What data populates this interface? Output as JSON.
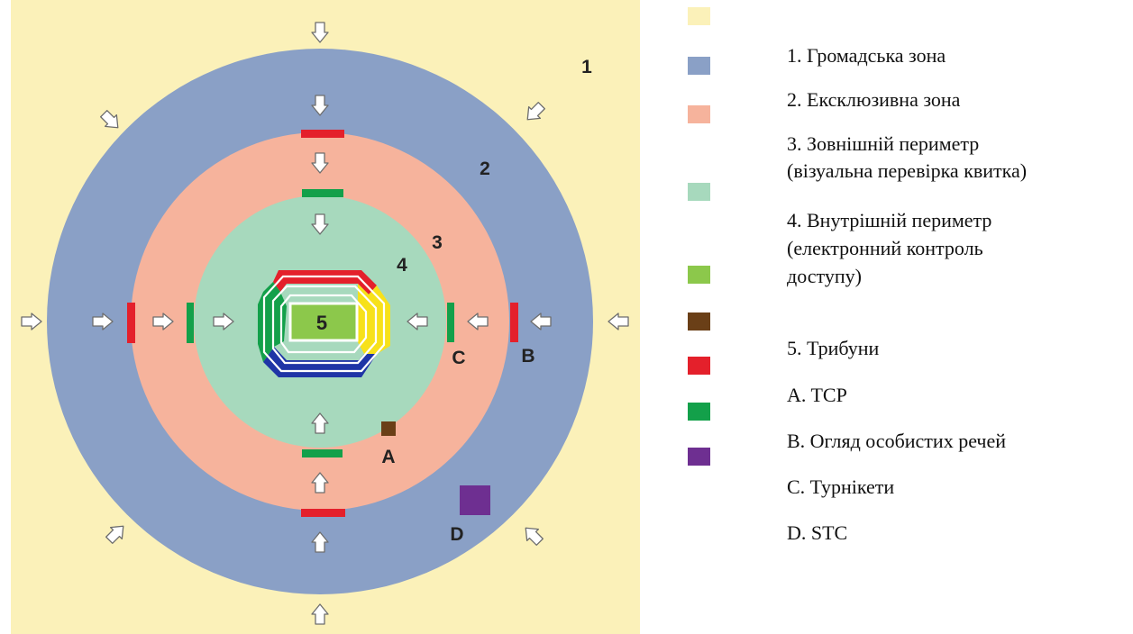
{
  "zone_labels": {
    "z1": "1",
    "z2": "2",
    "z3": "3",
    "z4": "4",
    "z5": "5",
    "a": "A",
    "b": "B",
    "c": "C",
    "d": "D"
  },
  "colors": {
    "public_zone": "#fbf1b9",
    "exclusive_zone": "#8aa0c6",
    "outer_perimeter": "#f6b39c",
    "inner_perimeter": "#a7d9bd",
    "stands": "#8cc84b",
    "tcp": "#6a3f17",
    "bag_check": "#e4202b",
    "turnstiles": "#13a04a",
    "stc": "#6e2f91"
  },
  "legend": {
    "items": [
      {
        "swatch": "public_zone",
        "lines": [
          "1. Громадська зона"
        ]
      },
      {
        "swatch": "exclusive_zone",
        "lines": [
          "2. Ексклюзивна зона"
        ]
      },
      {
        "swatch": "outer_perimeter",
        "lines": [
          "3. Зовнішній периметр",
          "(візуальна перевірка квитка)"
        ]
      },
      {
        "swatch": "inner_perimeter",
        "lines": [
          "4. Внутрішній периметр",
          "(електронний контроль",
          "доступу)"
        ]
      },
      {
        "swatch": "stands",
        "lines": [
          "5. Трибуни"
        ]
      },
      {
        "swatch": "tcp",
        "lines": [
          "A. TCP"
        ]
      },
      {
        "swatch": "bag_check",
        "lines": [
          "B. Огляд особистих речей"
        ]
      },
      {
        "swatch": "turnstiles",
        "lines": [
          "C. Турнікети"
        ]
      },
      {
        "swatch": "stc",
        "lines": [
          "D. STC"
        ]
      }
    ]
  }
}
